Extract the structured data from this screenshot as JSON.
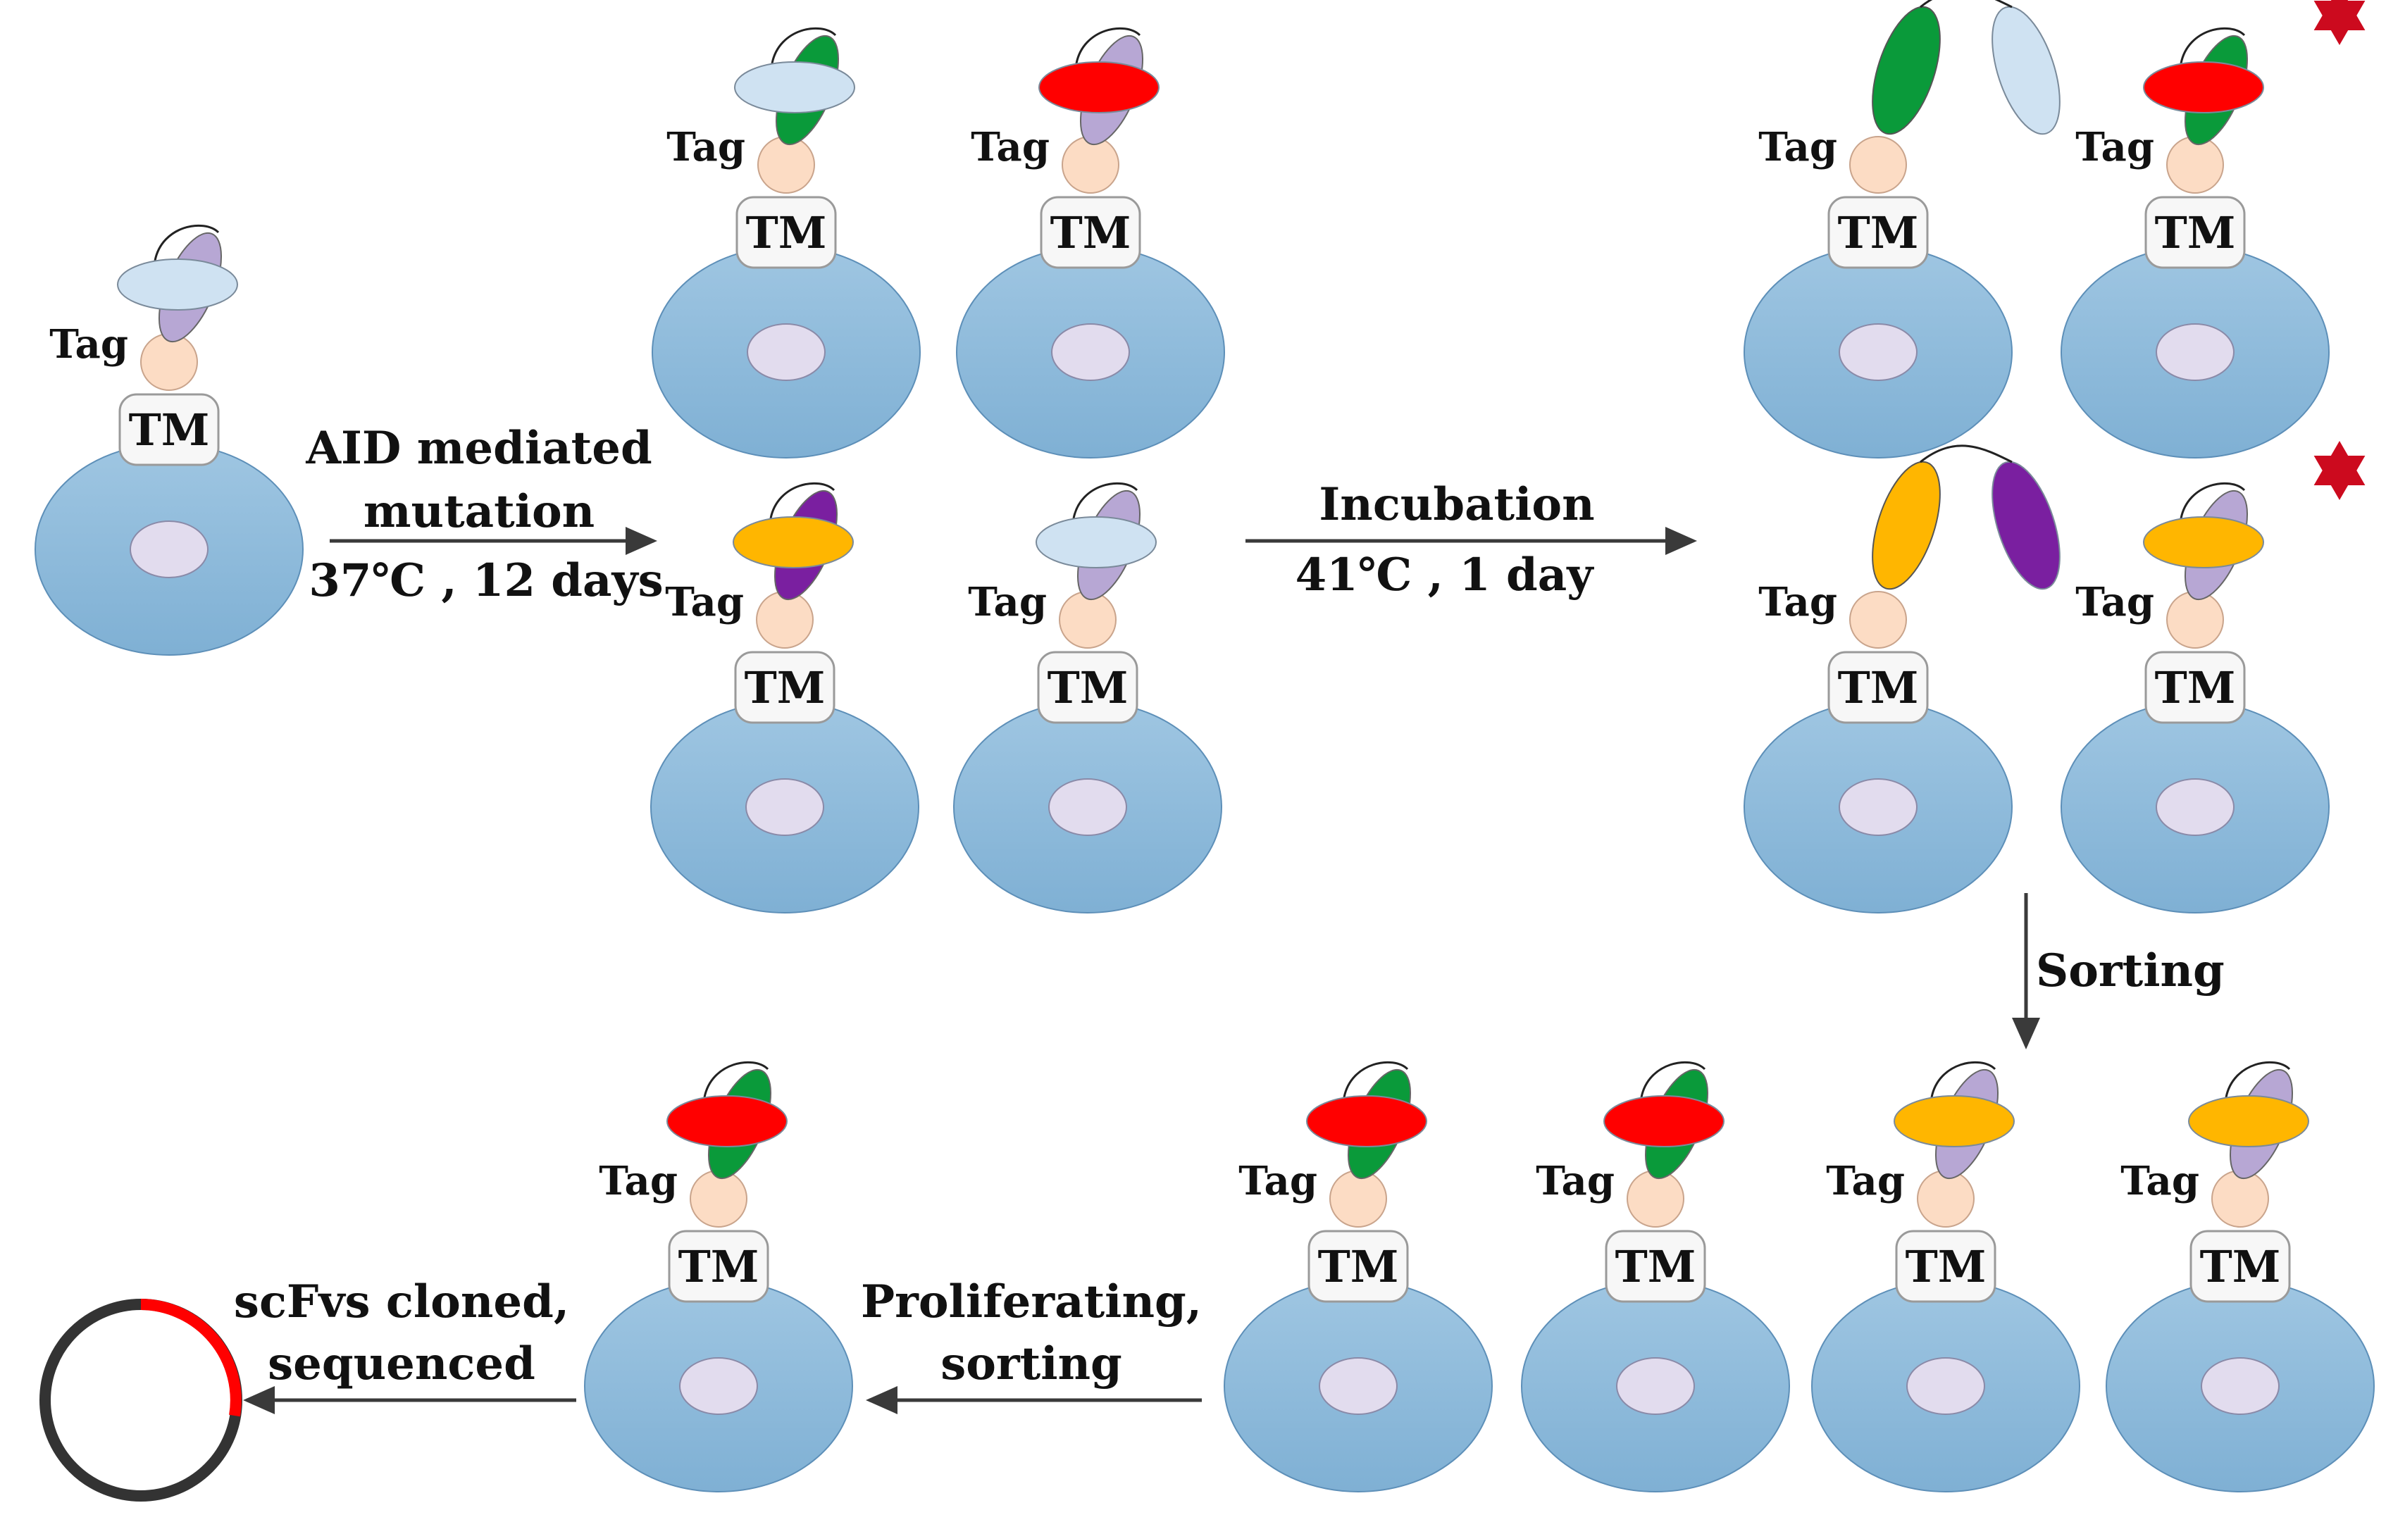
{
  "labels": {
    "tag": "Tag",
    "tm": "TM",
    "step1_line1": "AID mediated",
    "step1_line2": "mutation",
    "step1_line3": "37℃ , 12 days",
    "step2_line1": "Incubation",
    "step2_line2": "41℃ , 1 day",
    "step3": "Sorting",
    "step4_line1": "Proliferating,",
    "step4_line2": "sorting",
    "step5_line1": "scFvs cloned,",
    "step5_line2": "sequenced"
  },
  "colors": {
    "cell_fill": "#8fb8d8",
    "nucleus_fill": "#e2dcee",
    "tag_fill": "#fcdcc4",
    "tm_fill": "#f7f7f7",
    "vh_lightblue": "#cfe2f2",
    "vl_lavender": "#b7a7d4",
    "vl_green": "#0a9a3a",
    "vh_red": "#ff0000",
    "vh_orange": "#ffb600",
    "vl_purple": "#7a1fa0",
    "star_red": "#cc0a1e",
    "arrow": "#3a3a3a",
    "plasmid_ring": "#333333",
    "plasmid_insert": "#ff0000"
  }
}
